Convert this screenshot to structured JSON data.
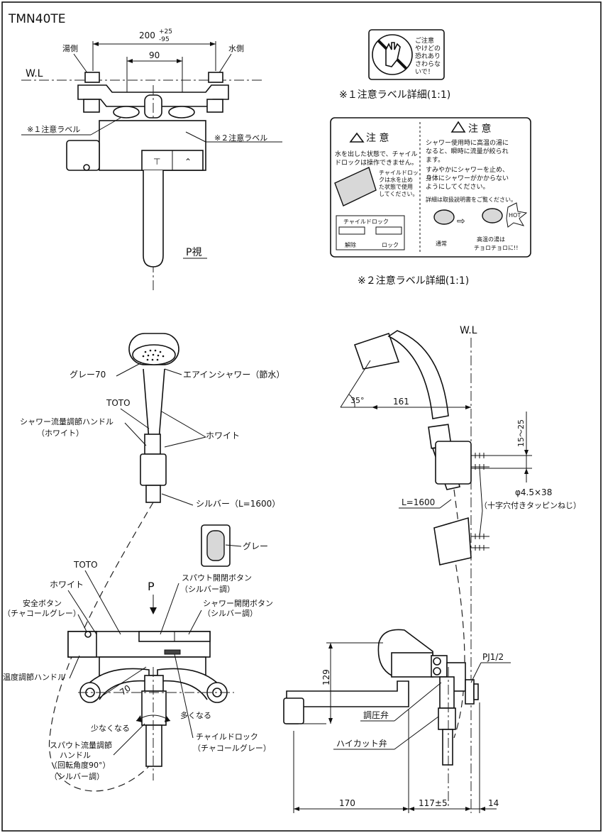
{
  "model": "TMN40TE",
  "labels": {
    "hot_side": "湯側",
    "cold_side": "水側",
    "wl": "W.L",
    "wl_right": "W.L",
    "dim_200": "200",
    "dim_200_tol_up": "+25",
    "dim_200_tol_down": "-95",
    "dim_90": "90",
    "caution_label_1": "※１注意ラベル",
    "caution_label_2": "※２注意ラベル",
    "p_view": "P視",
    "label1_detail": "※１注意ラベル詳細(1:1)",
    "label2_detail": "※２注意ラベル詳細(1:1)",
    "grey70": "グレー70",
    "air_in_shower": "エアインシャワー（節水）",
    "toto_top": "TOTO",
    "shower_flow_handle": "シャワー流量調節ハンドル",
    "white_paren": "（ホワイト）",
    "white": "ホワイト",
    "silver_bar": "シルバー（L=1600）",
    "grey": "グレー",
    "toto_bottom": "TOTO",
    "white_bottom": "ホワイト",
    "safety_button": "安全ボタン",
    "charcoal_grey_paren": "（チャコールグレー）",
    "temp_handle": "温度調節ハンドル",
    "p_arrow": "P",
    "spout_button": "スパウト開閉ボタン",
    "silver_tone_1": "（シルバー調）",
    "shower_button": "シャワー開閉ボタン",
    "silver_tone_2": "（シルバー調）",
    "dim_70": "70",
    "more": "多くなる",
    "less": "少なくなる",
    "child_lock": "チャイルドロック",
    "charcoal_grey_paren2": "（チャコールグレー）",
    "spout_flow_handle_1": "スパウト流量調節",
    "spout_flow_handle_2": "ハンドル",
    "rotation_angle": "（回転角度90°）",
    "silver_tone_3": "（シルバー調）",
    "angle_35": "35°",
    "dim_161": "161",
    "dim_15_25": "15～25",
    "l1600": "L=1600",
    "screw_size": "φ4.5×38",
    "screw_type": "（十字穴付きタッピンねじ）",
    "pj": "PJ1/2",
    "dim_129": "129",
    "pressure_valve": "調圧弁",
    "high_cut_valve": "ハイカット弁",
    "dim_170": "170",
    "dim_117": "117±5",
    "dim_14": "14"
  },
  "label1_card": {
    "line1": "ご注意",
    "line2": "やけどの",
    "line3": "恐れあり",
    "line4": "さわらな",
    "line5": "いで！"
  },
  "label2_card": {
    "left_title": "注 意",
    "left_text_1": "水を出した状態で、チャイル",
    "left_text_2": "ドロックは操作できません。",
    "left_note_1": "チャイルドロッ",
    "left_note_2": "クは水を止め",
    "left_note_3": "た状態で使用",
    "left_note_4": "してください。",
    "lock_title": "チャイルドロック",
    "release": "解除",
    "lock": "ロック",
    "right_title": "注 意",
    "right_text_1": "シャワー使用時に高温の湯に",
    "right_text_2": "なると、瞬時に流量が絞られ",
    "right_text_3": "ます。",
    "right_text_4": "すみやかにシャワーを止め、",
    "right_text_5": "身体にシャワーがかからない",
    "right_text_6": "ようにしてください。",
    "right_text_7": "詳細は取扱説明書をご覧ください。",
    "hot": "HOT",
    "normal": "通常",
    "hot_water_1": "高温の湯は",
    "hot_water_2": "チョロチョロに!!"
  }
}
